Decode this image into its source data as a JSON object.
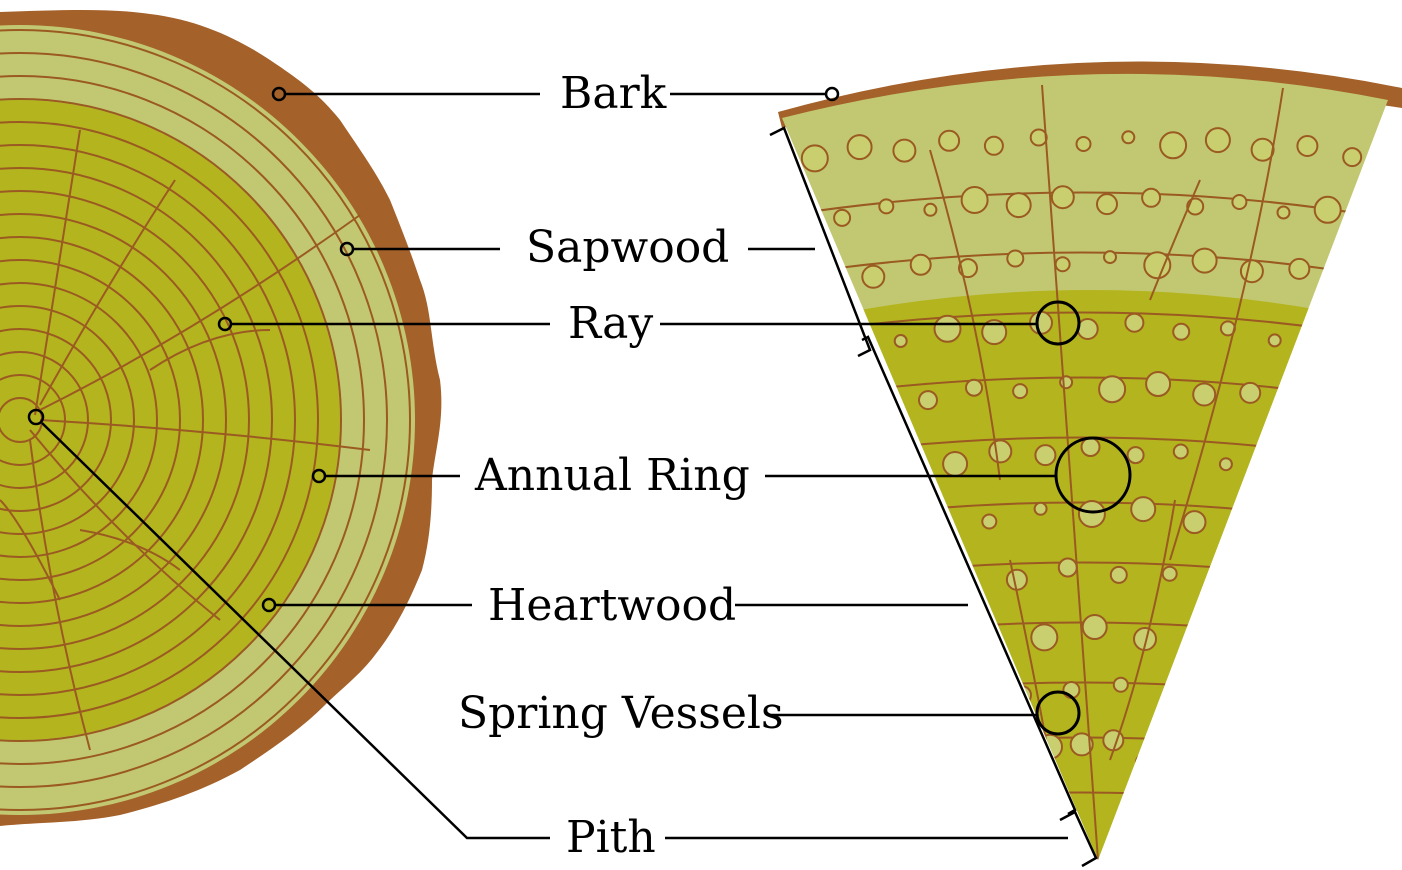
{
  "colors": {
    "bark": "#a4612a",
    "sapwood": "#c2c872",
    "heartwood": "#b4b41e",
    "ring_line": "#9a5a22",
    "vessel_fill": "#c9cf6f",
    "leader": "#000000",
    "background": "#ffffff"
  },
  "labels": {
    "bark": "Bark",
    "sapwood": "Sapwood",
    "ray": "Ray",
    "annual_ring": "Annual Ring",
    "heartwood": "Heartwood",
    "spring_vessels": "Spring Vessels",
    "pith": "Pith"
  }
}
